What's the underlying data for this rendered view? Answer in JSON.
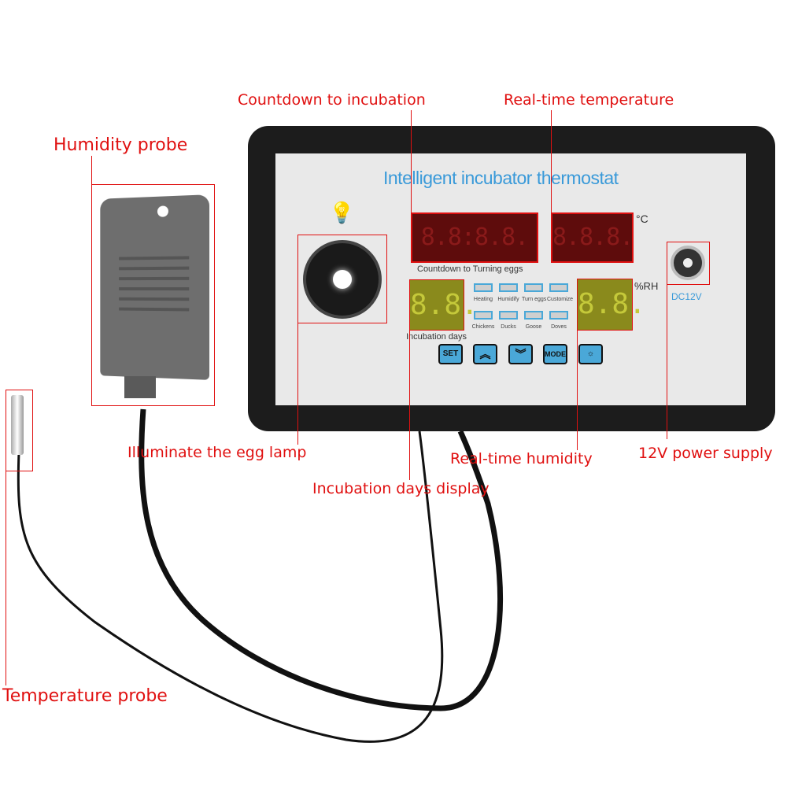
{
  "callouts": {
    "countdown_incubation": "Countdown to incubation",
    "realtime_temperature": "Real-time temperature",
    "humidity_probe": "Humidity probe",
    "illuminate_lamp": "Illuminate the egg lamp",
    "incubation_days_display": "Incubation days display",
    "realtime_humidity": "Real-time humidity",
    "power_supply": "12V power supply",
    "temperature_probe": "Temperature probe"
  },
  "panel": {
    "title": "Intelligent incubator thermostat",
    "countdown_display": "8.8:8.8.",
    "temp_display": "8.8.8.",
    "temp_unit": "°C",
    "countdown_label": "Countdown to Turning eggs",
    "days_display": "8.8.",
    "days_label": "Incubation days",
    "humidity_display": "8.8.",
    "humidity_unit": "%RH",
    "indicators_row1": [
      "Heating",
      "Humidify",
      "Turn eggs",
      "Customize"
    ],
    "indicators_row2": [
      "Chickens",
      "Ducks",
      "Goose",
      "Doves"
    ],
    "buttons": {
      "set": "SET",
      "up": "︽",
      "down": "︾",
      "mode": "MODE",
      "lamp": "lamp-icon"
    },
    "dc_label": "DC12V"
  },
  "colors": {
    "callout": "#e01010",
    "title": "#3a9ad9",
    "button": "#4aa8d8"
  }
}
